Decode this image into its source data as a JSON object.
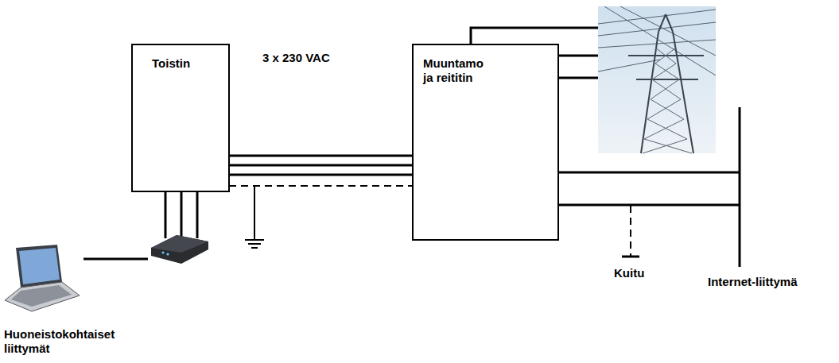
{
  "diagram": {
    "nodes": [
      {
        "text": [
          "Toistin"
        ]
      },
      {
        "text": [
          "Muuntamo ja reititin"
        ]
      }
    ],
    "edges": [
      {
        "from": 0,
        "to": 1,
        "arrow": "none",
        "label": "3 x 230 VAC"
      }
    ],
    "labels": [
      "Huoneistokohtaiset liittymät",
      "Kuitu",
      "Internet-liittymä"
    ]
  }
}
